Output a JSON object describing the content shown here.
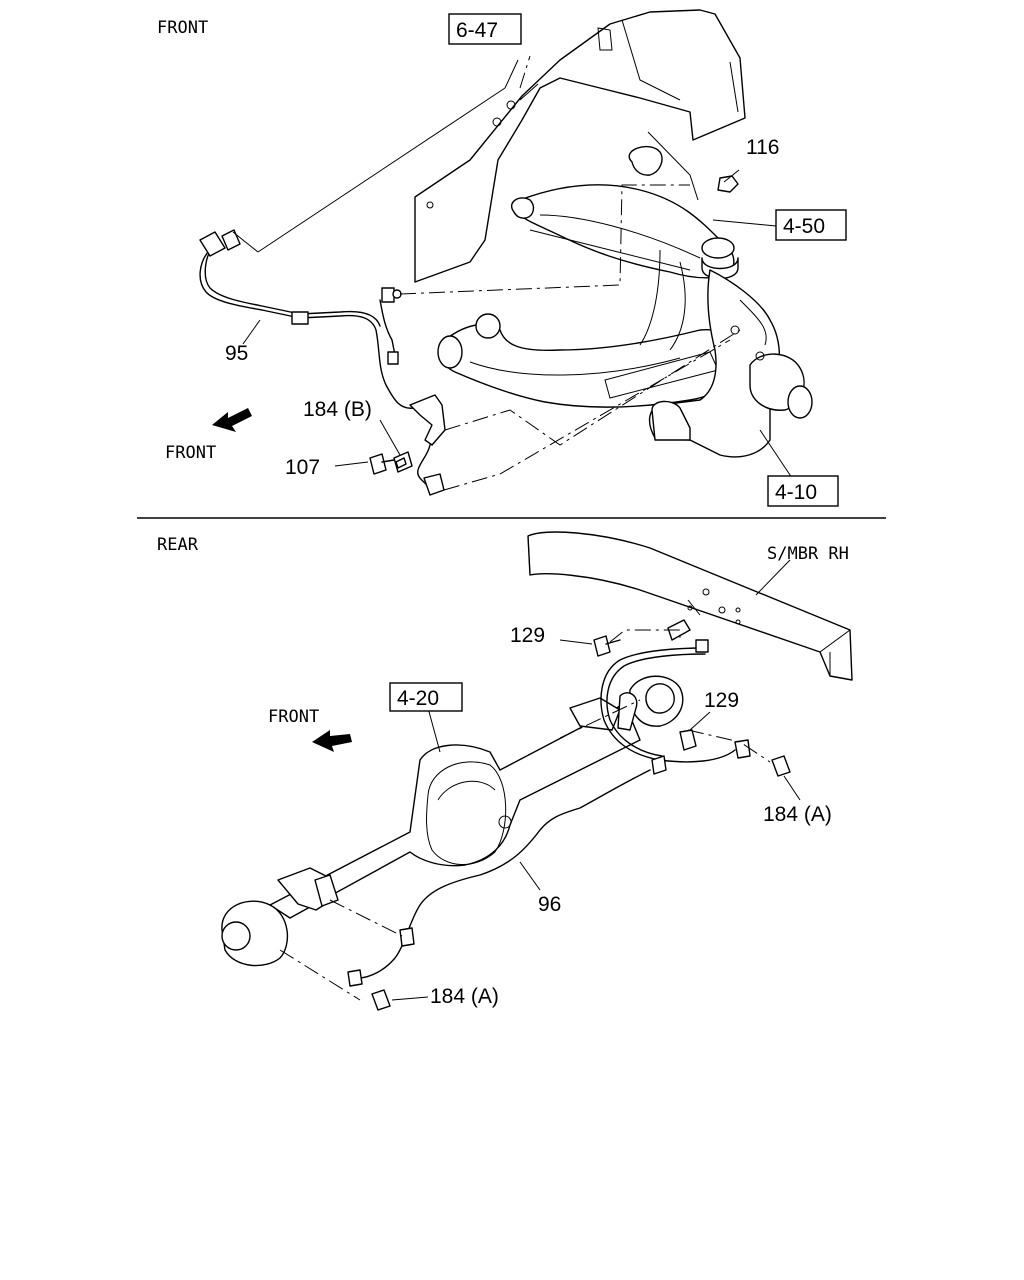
{
  "sections": {
    "front": {
      "title": "FRONT",
      "direction_label": "FRONT"
    },
    "rear": {
      "title": "REAR",
      "direction_label": "FRONT"
    }
  },
  "callouts": {
    "fender_ref": "6-47",
    "upper_arm_ref": "4-50",
    "knuckle_ref": "4-10",
    "axle_ref": "4-20"
  },
  "labels": {
    "nut_116": "116",
    "harness_front": "95",
    "bolt_184b": "184 (B)",
    "bolt_107": "107",
    "frame_member": "S/MBR RH",
    "bolt_129_upper": "129",
    "bolt_129_lower": "129",
    "bolt_184a_right": "184 (A)",
    "harness_rear": "96",
    "bolt_184a_left": "184 (A)"
  }
}
